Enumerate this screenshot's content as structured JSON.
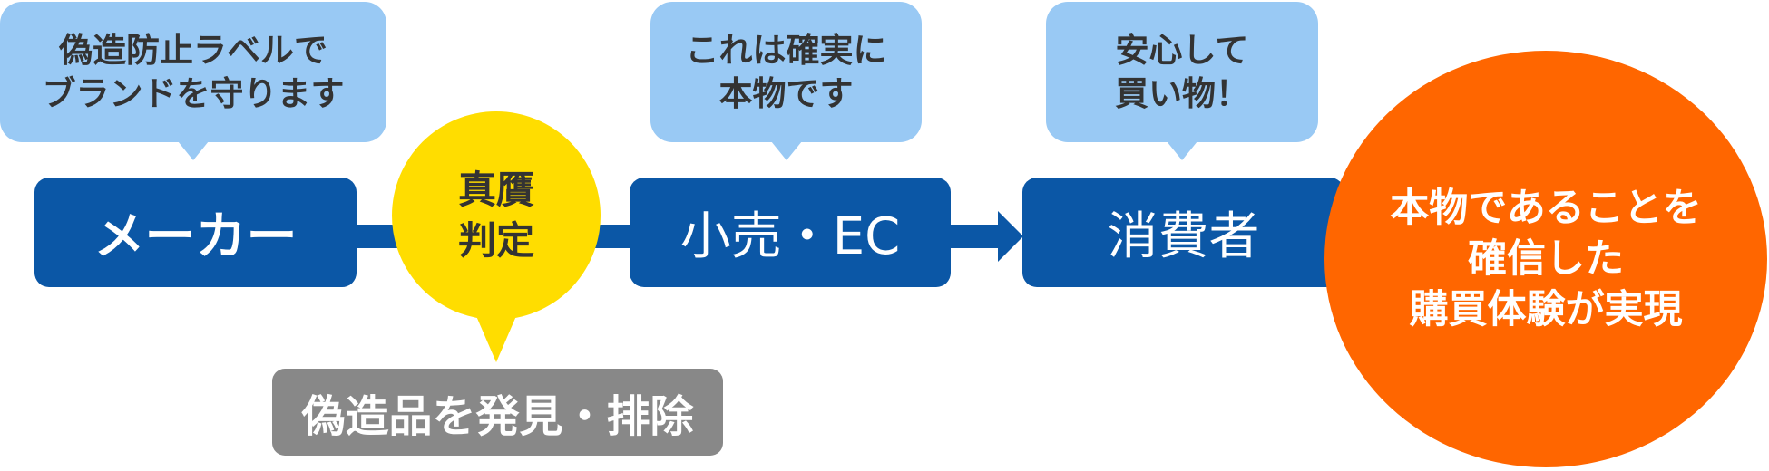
{
  "colors": {
    "blue": "#0b57a6",
    "light_blue": "#99c9f4",
    "yellow": "#ffdd00",
    "gray": "#888888",
    "orange": "#ff6600",
    "dark_text": "#333333"
  },
  "nodes": {
    "maker": "メーカー",
    "retail": "小売・EC",
    "consumer": "消費者"
  },
  "bubbles": {
    "maker": [
      "偽造防止ラベルで",
      "ブランドを守ります"
    ],
    "retail": [
      "これは確実に",
      "本物です"
    ],
    "consumer": [
      "安心して",
      "買い物！"
    ]
  },
  "judge": [
    "真贋",
    "判定"
  ],
  "counterfeit_box": "偽造品を発見・排除",
  "result": [
    "本物であることを",
    "確信した",
    "購買体験が実現"
  ]
}
